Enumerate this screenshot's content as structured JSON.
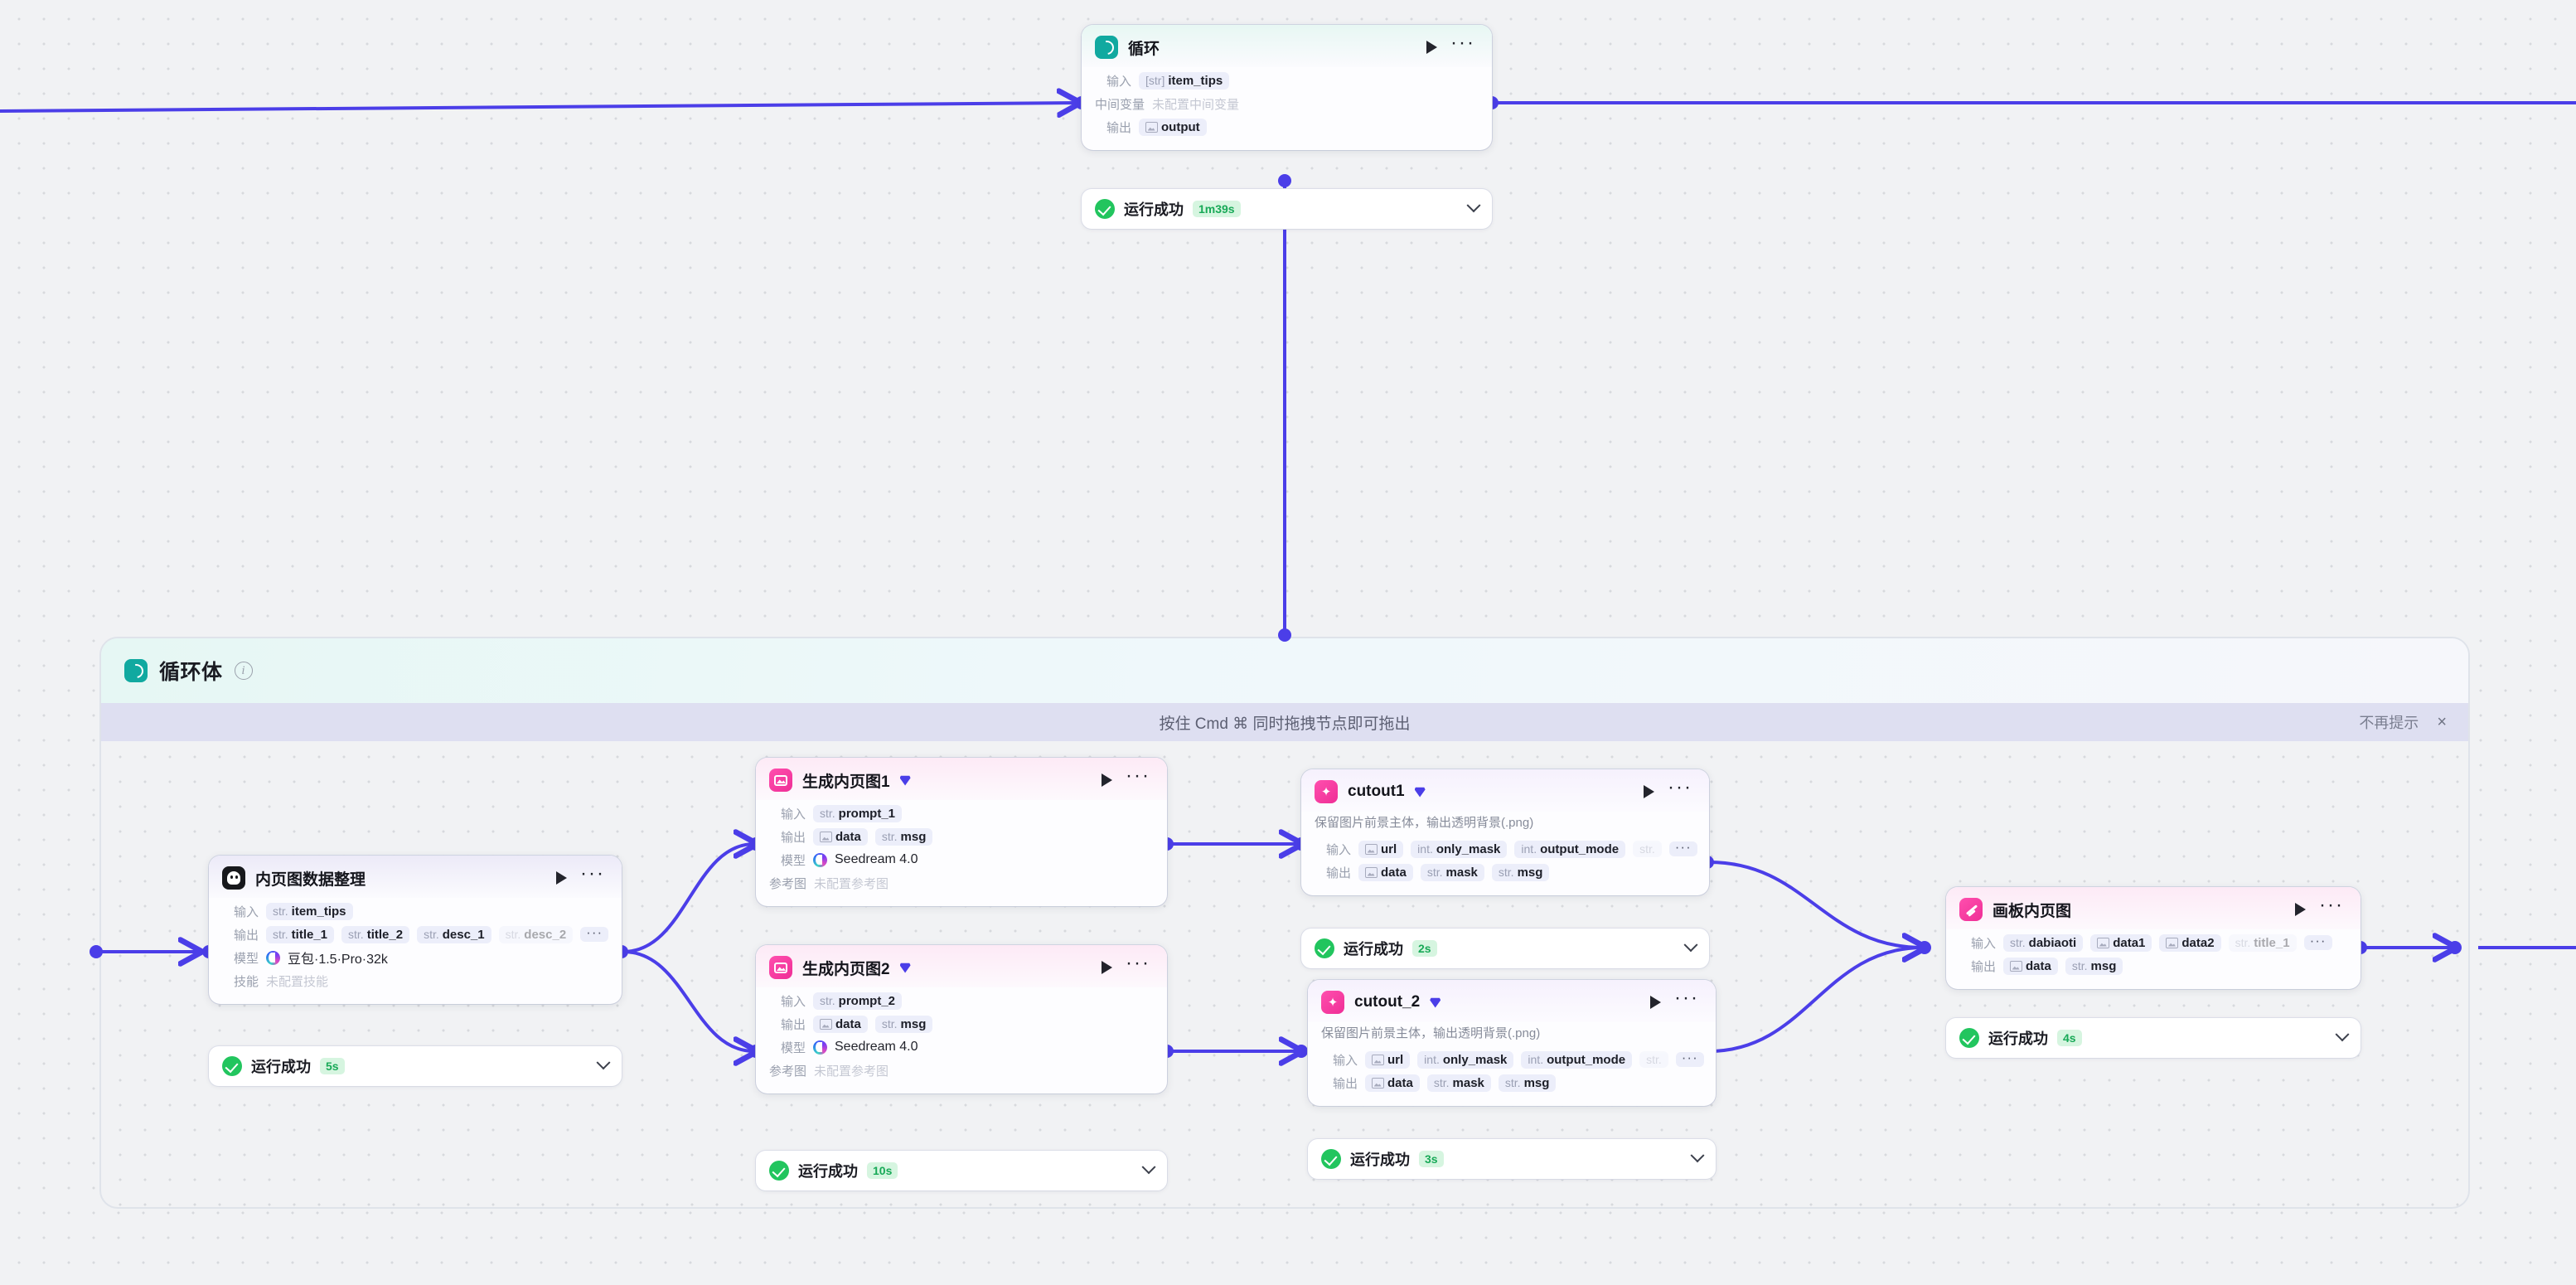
{
  "canvas": {
    "background": "#f1f2f4",
    "edge_color": "#4b3ee8"
  },
  "labels": {
    "input": "输入",
    "output": "输出",
    "middle_var": "中间变量",
    "model": "模型",
    "skill": "技能",
    "reference": "参考图",
    "more": "···",
    "run": "run-triangle",
    "menu": "···"
  },
  "loop_node": {
    "title": "循环",
    "icon": "loop-icon",
    "rows": [
      {
        "label": "输入",
        "chips": [
          {
            "type": "[str]",
            "name": "item_tips"
          }
        ]
      },
      {
        "label": "中间变量",
        "placeholder": "未配置中间变量"
      },
      {
        "label": "输出",
        "chips": [
          {
            "type": "img",
            "name": "output"
          }
        ]
      }
    ],
    "status": {
      "text": "运行成功",
      "duration": "1m39s"
    }
  },
  "loop_body": {
    "title": "循环体",
    "icon": "loop-icon",
    "hint": "按住 Cmd ⌘ 同时拖拽节点即可拖出",
    "hint_dismiss": "不再提示",
    "hint_close": "×"
  },
  "nodes": [
    {
      "id": "data-organize",
      "title": "内页图数据整理",
      "icon": "ghost-icon",
      "rows": [
        {
          "label": "输入",
          "chips": [
            {
              "type": "str.",
              "name": "item_tips"
            }
          ]
        },
        {
          "label": "输出",
          "chips": [
            {
              "type": "str.",
              "name": "title_1"
            },
            {
              "type": "str.",
              "name": "title_2"
            },
            {
              "type": "str.",
              "name": "desc_1"
            },
            {
              "type": "str.",
              "name": "desc_2",
              "faded": true
            }
          ],
          "overflow": "···"
        },
        {
          "label": "模型",
          "model": "豆包·1.5·Pro·32k"
        },
        {
          "label": "技能",
          "placeholder": "未配置技能"
        }
      ],
      "status": {
        "text": "运行成功",
        "duration": "5s"
      }
    },
    {
      "id": "gen-inner-1",
      "title": "生成内页图1",
      "icon": "image-gen-icon",
      "badge": "diamond",
      "rows": [
        {
          "label": "输入",
          "chips": [
            {
              "type": "str.",
              "name": "prompt_1"
            }
          ]
        },
        {
          "label": "输出",
          "chips": [
            {
              "type": "img",
              "name": "data"
            },
            {
              "type": "str.",
              "name": "msg"
            }
          ]
        },
        {
          "label": "模型",
          "model": "Seedream 4.0"
        },
        {
          "label": "参考图",
          "placeholder": "未配置参考图"
        }
      ],
      "status": null
    },
    {
      "id": "gen-inner-2",
      "title": "生成内页图2",
      "icon": "image-gen-icon",
      "badge": "diamond",
      "rows": [
        {
          "label": "输入",
          "chips": [
            {
              "type": "str.",
              "name": "prompt_2"
            }
          ]
        },
        {
          "label": "输出",
          "chips": [
            {
              "type": "img",
              "name": "data"
            },
            {
              "type": "str.",
              "name": "msg"
            }
          ]
        },
        {
          "label": "模型",
          "model": "Seedream 4.0"
        },
        {
          "label": "参考图",
          "placeholder": "未配置参考图"
        }
      ],
      "status": {
        "text": "运行成功",
        "duration": "10s"
      }
    },
    {
      "id": "cutout1",
      "title": "cutout1",
      "icon": "cutout-icon",
      "badge": "diamond",
      "desc": "保留图片前景主体，输出透明背景(.png)",
      "rows": [
        {
          "label": "输入",
          "chips": [
            {
              "type": "img",
              "name": "url"
            },
            {
              "type": "int.",
              "name": "only_mask"
            },
            {
              "type": "int.",
              "name": "output_mode"
            },
            {
              "type": "str.",
              "name": "",
              "faded": true
            }
          ],
          "overflow": "···"
        },
        {
          "label": "输出",
          "chips": [
            {
              "type": "img",
              "name": "data"
            },
            {
              "type": "str.",
              "name": "mask"
            },
            {
              "type": "str.",
              "name": "msg"
            }
          ]
        }
      ],
      "status": {
        "text": "运行成功",
        "duration": "2s"
      }
    },
    {
      "id": "cutout_2",
      "title": "cutout_2",
      "icon": "cutout-icon",
      "badge": "diamond",
      "desc": "保留图片前景主体，输出透明背景(.png)",
      "rows": [
        {
          "label": "输入",
          "chips": [
            {
              "type": "img",
              "name": "url"
            },
            {
              "type": "int.",
              "name": "only_mask"
            },
            {
              "type": "int.",
              "name": "output_mode"
            },
            {
              "type": "str.",
              "name": "",
              "faded": true
            }
          ],
          "overflow": "···"
        },
        {
          "label": "输出",
          "chips": [
            {
              "type": "img",
              "name": "data"
            },
            {
              "type": "str.",
              "name": "mask"
            },
            {
              "type": "str.",
              "name": "msg"
            }
          ]
        }
      ],
      "status": {
        "text": "运行成功",
        "duration": "3s"
      }
    },
    {
      "id": "board-inner",
      "title": "画板内页图",
      "icon": "board-icon",
      "rows": [
        {
          "label": "输入",
          "chips": [
            {
              "type": "str.",
              "name": "dabiaoti"
            },
            {
              "type": "img",
              "name": "data1"
            },
            {
              "type": "img",
              "name": "data2"
            },
            {
              "type": "str.",
              "name": "title_1",
              "faded": true
            }
          ],
          "overflow": "···"
        },
        {
          "label": "输出",
          "chips": [
            {
              "type": "img",
              "name": "data"
            },
            {
              "type": "str.",
              "name": "msg"
            }
          ]
        }
      ],
      "status": {
        "text": "运行成功",
        "duration": "4s"
      }
    }
  ]
}
